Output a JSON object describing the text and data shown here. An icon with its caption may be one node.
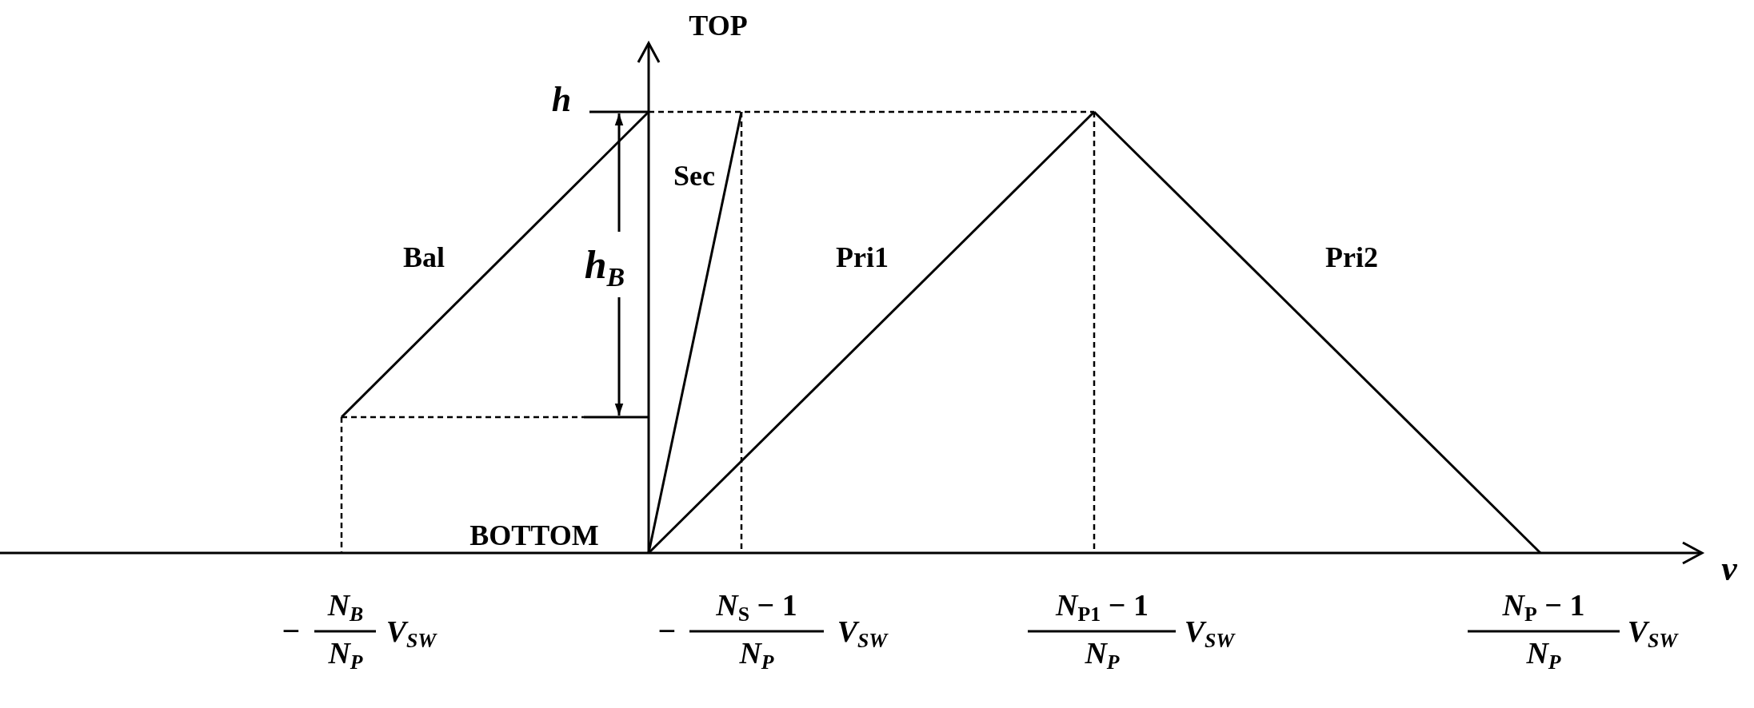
{
  "diagram": {
    "labels": [
      "TOP",
      "h",
      "Sec",
      "Bal",
      "h$_{B}$",
      "Pri1",
      "Pri2",
      "BOTTOM",
      "v",
      "−",
      "N$_{B}$",
      "N$_{P}$",
      "V$_{SW}$",
      "−",
      "*N*$_{S}$ − 1",
      "N$_{P}$",
      "V$_{SW}$",
      "*N*$_{P1}$ − 1",
      "N$_{P}$",
      "V$_{SW}$",
      "*N*$_{P}$ − 1",
      "N$_{P}$",
      "V$_{SW}$"
    ]
  }
}
